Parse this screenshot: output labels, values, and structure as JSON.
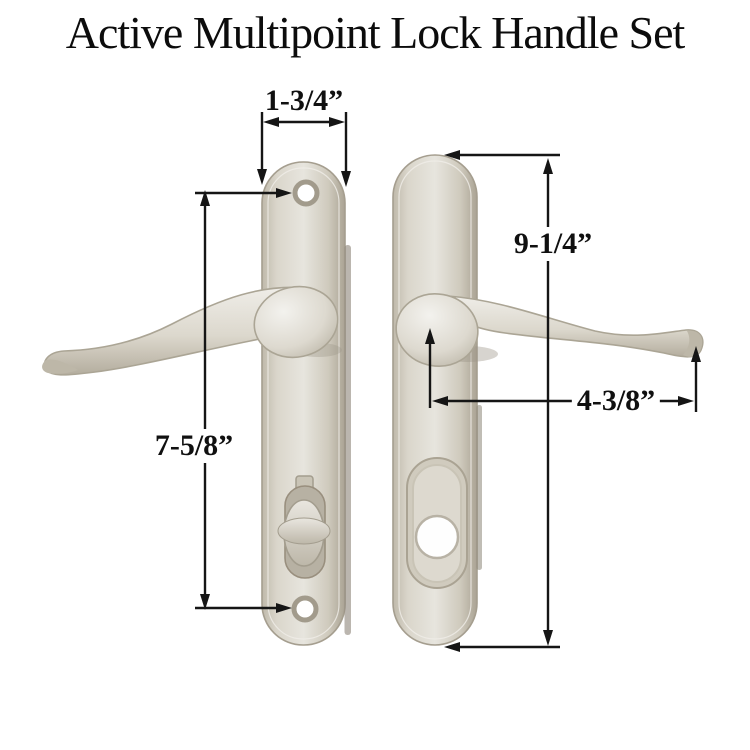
{
  "title": "Active Multipoint Lock Handle Set",
  "dimensions": {
    "plate_width": "1-3/4”",
    "hole_spacing": "7-5/8”",
    "plate_height": "9-1/4”",
    "handle_length": "4-3/8”"
  },
  "colors": {
    "background": "#ffffff",
    "dimension_line": "#151515",
    "plate_face": "#d9d5ca",
    "plate_edge": "#aaa393",
    "handle_face": "#e4e1d8",
    "side_shadow": "#8d8679",
    "hole_fill": "#ffffff"
  }
}
